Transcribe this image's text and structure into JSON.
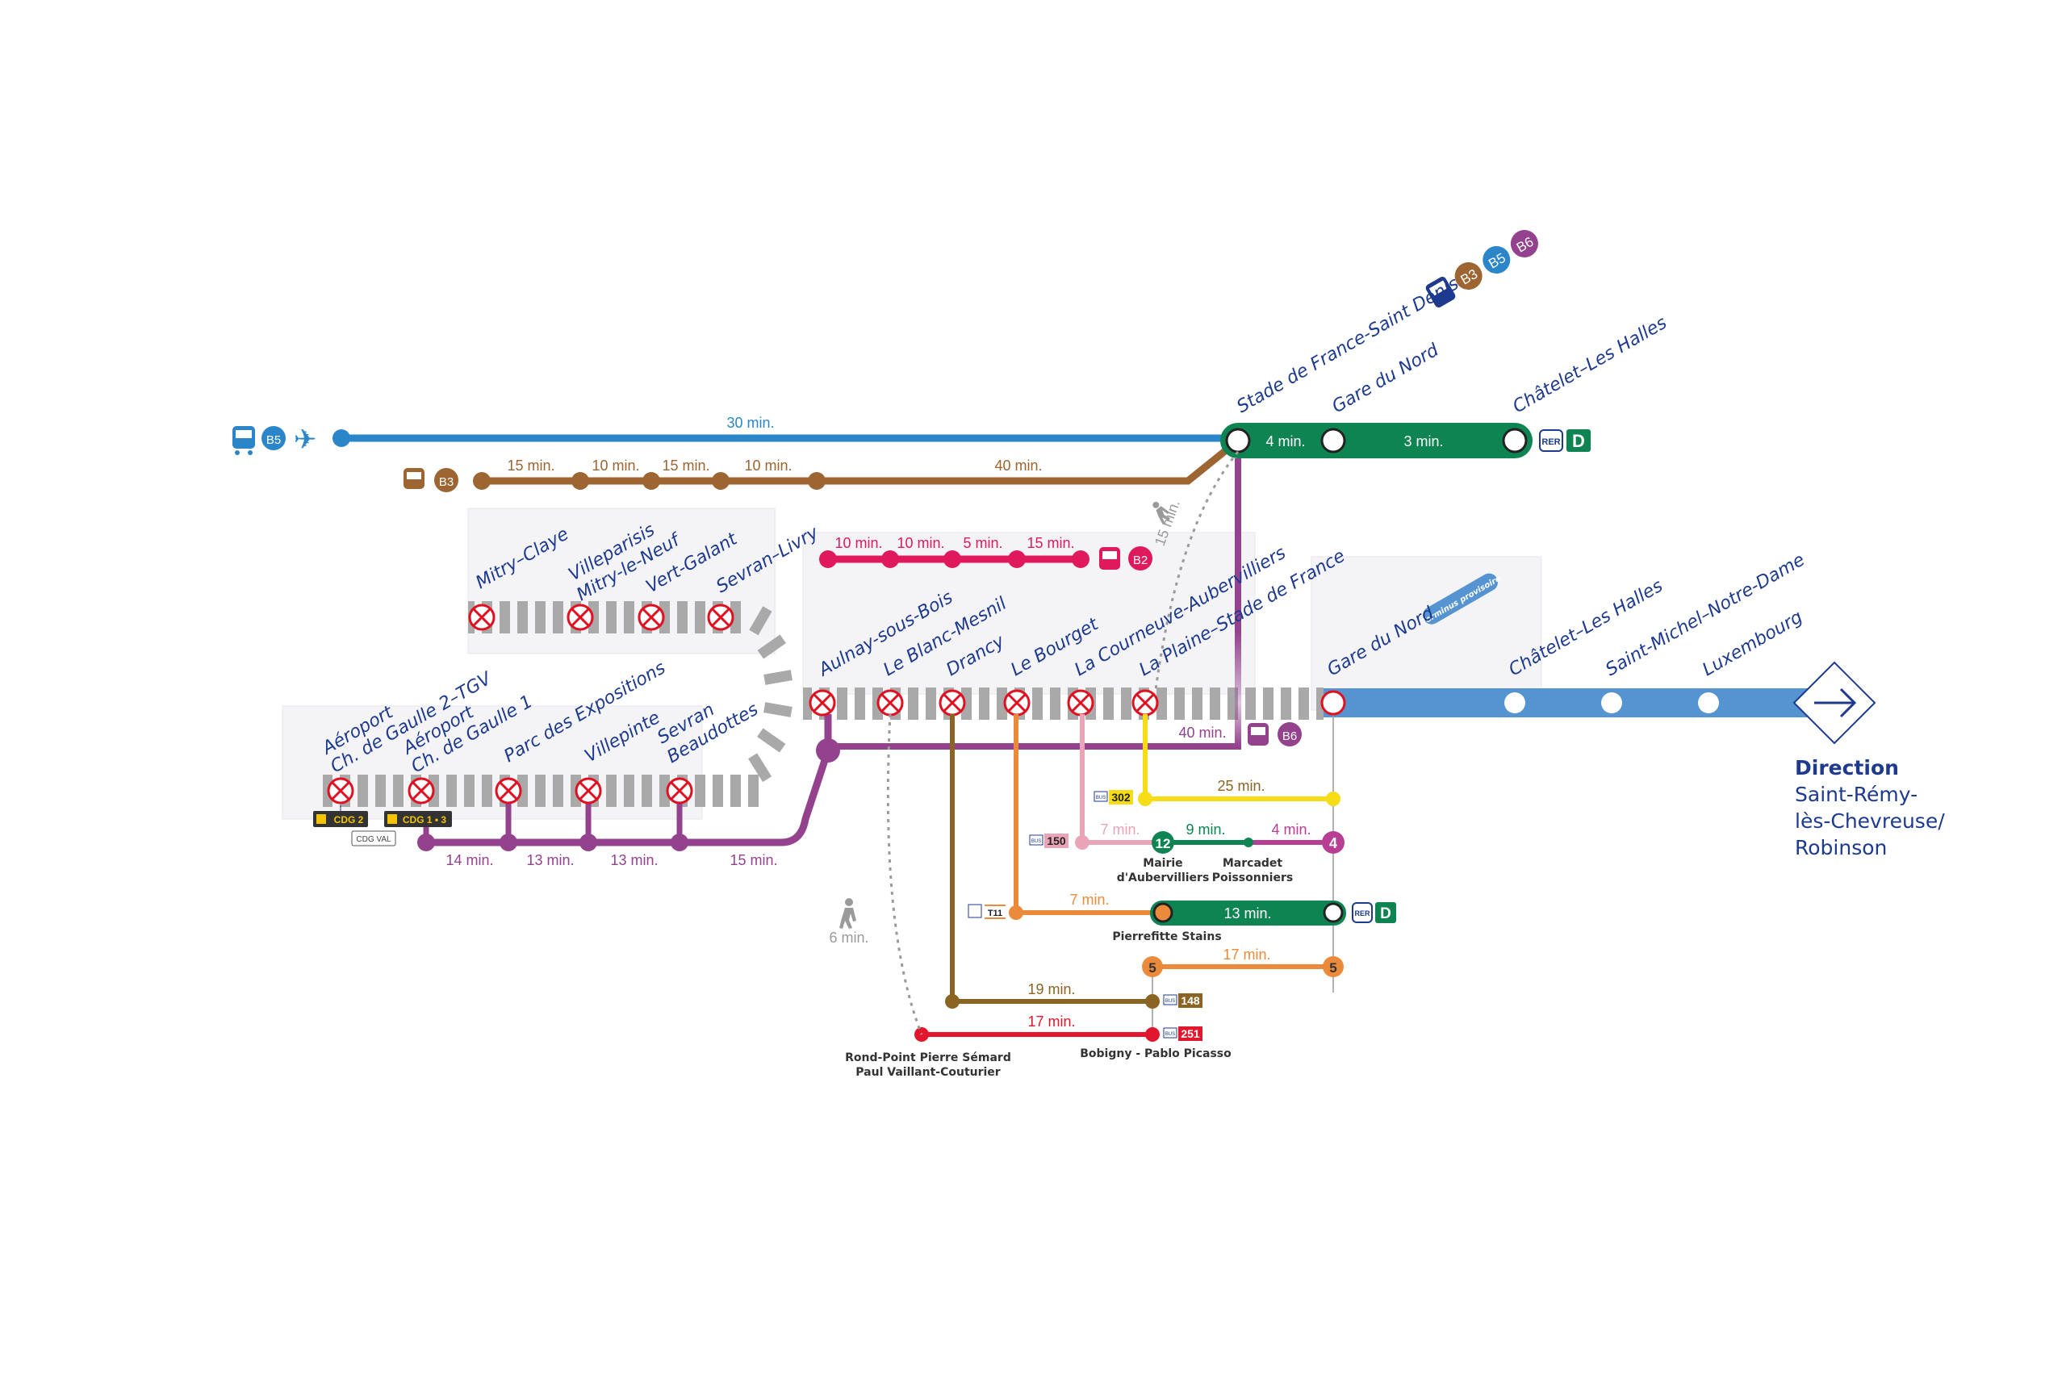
{
  "colors": {
    "b5": "#2a86c9",
    "b3": "#9c6532",
    "b2": "#e0185c",
    "b4": "#94418e",
    "rer_d": "#0e8452",
    "rer_b_south": "#5593d1",
    "stop_ring": "#e01020",
    "label": "#1d3a8f",
    "yellow_302": "#f5dc14",
    "pink_150": "#eaa4b7",
    "orange_t11": "#ea8a3a",
    "brown_148": "#8b6423",
    "red_251": "#e2172d",
    "metro4": "#b83e94",
    "metro12": "#0e8452",
    "metro5": "#ea8a3a",
    "walk": "#9a9a9a"
  },
  "badges": {
    "b5": "B5",
    "b3": "B3",
    "b2": "B2",
    "b6": "B6",
    "rer": "RER",
    "rer_d": "D",
    "bus_302": "302",
    "bus_150": "150",
    "bus_148": "148",
    "bus_251": "251",
    "tram_t11": "T11",
    "metro_12": "12",
    "metro_4": "4",
    "metro_5": "5",
    "bus_word": "BUS",
    "cdg2": "CDG 2",
    "cdg13": "CDG 1 • 3",
    "cdgval": "CDG VAL",
    "terminus": "Terminus provisoire"
  },
  "top_stations": {
    "stade_de_france": "Stade de France-Saint Denis",
    "gare_du_nord": "Gare du Nord",
    "chatelet": "Châtelet–Les Halles"
  },
  "b3_stations": [
    "Mitry–Claye",
    "Villeparisis Mitry-le-Neuf",
    "Vert-Galant",
    "Sevran–Livry"
  ],
  "b3_stations_lines": [
    [
      "Mitry–Claye"
    ],
    [
      "Villeparisis",
      "Mitry-le-Neuf"
    ],
    [
      "Vert-Galant"
    ],
    [
      "Sevran–Livry"
    ]
  ],
  "cdg_stations_lines": [
    [
      "Aéroport",
      "Ch. de Gaulle 2–TGV"
    ],
    [
      "Aéroport",
      "Ch. de Gaulle 1"
    ],
    [
      "Parc des Expositions"
    ],
    [
      "Villepinte"
    ],
    [
      "Sevran",
      "Beaudottes"
    ]
  ],
  "main_stations": [
    "Aulnay-sous-Bois",
    "Le Blanc-Mesnil",
    "Drancy",
    "Le Bourget",
    "La Courneuve-Aubervilliers",
    "La Plaine–Stade de France"
  ],
  "south_stations": [
    "Gare du Nord",
    "Châtelet–Les Halles",
    "Saint-Michel–Notre-Dame",
    "Luxembourg"
  ],
  "times": {
    "b5_main": "30 min.",
    "b3": [
      "15 min.",
      "10 min.",
      "15 min.",
      "10 min.",
      "40 min."
    ],
    "b2": [
      "10 min.",
      "10 min.",
      "5 min.",
      "15 min."
    ],
    "b4": [
      "14 min.",
      "13 min.",
      "13 min.",
      "15 min."
    ],
    "b6": "40 min.",
    "rer_d": [
      "4 min.",
      "3 min."
    ],
    "walk_stade": "15 min.",
    "walk_drancy": "6 min.",
    "bus_302": "25 min.",
    "bus_150": "7 min.",
    "metro_12": "9 min.",
    "metro_4": "4 min.",
    "tram_t11": "7 min.",
    "rer_d_pierrefitte": "13 min.",
    "metro_5": "17 min.",
    "bus_148": "19 min.",
    "bus_251": "17 min."
  },
  "connection_stations": {
    "mairie_aub": [
      "Mairie",
      "d'Aubervilliers"
    ],
    "marcadet": [
      "Marcadet",
      "Poissonniers"
    ],
    "pierrefitte": "Pierrefitte Stains",
    "bobigny": "Bobigny - Pablo Picasso",
    "rond_point": [
      "Rond-Point Pierre Sémard",
      "Paul Vaillant-Couturier"
    ]
  },
  "direction": {
    "title": "Direction",
    "lines": [
      "Saint-Rémy-",
      "lès-Chevreuse/",
      "Robinson"
    ]
  }
}
